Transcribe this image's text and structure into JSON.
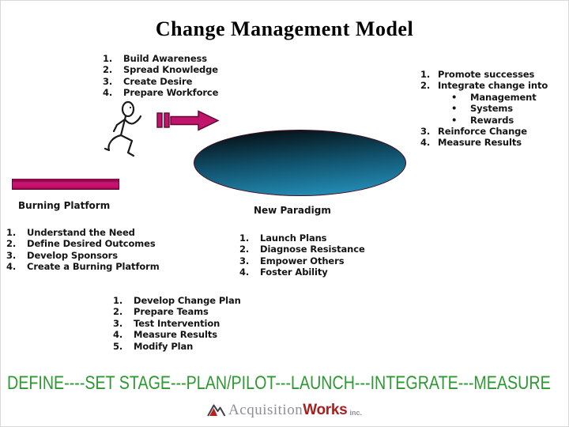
{
  "title": "Change Management Model",
  "labels": {
    "burning_platform": "Burning Platform",
    "new_paradigm": "New Paradigm"
  },
  "lists": {
    "set_stage": {
      "items": [
        {
          "num": "1.",
          "text": "Build Awareness"
        },
        {
          "num": "2.",
          "text": "Spread Knowledge"
        },
        {
          "num": "3.",
          "text": "Create Desire"
        },
        {
          "num": "4.",
          "text": "Prepare Workforce"
        }
      ]
    },
    "integrate": {
      "items": [
        {
          "num": "1.",
          "text": "Promote successes"
        },
        {
          "num": "2.",
          "text": "Integrate change into"
        },
        {
          "num": "•",
          "text": "Management"
        },
        {
          "num": "•",
          "text": "Systems"
        },
        {
          "num": "•",
          "text": "Rewards"
        },
        {
          "num": "3.",
          "text": "Reinforce Change"
        },
        {
          "num": "4.",
          "text": "Measure Results"
        }
      ]
    },
    "define": {
      "items": [
        {
          "num": "1.",
          "text": "Understand the Need"
        },
        {
          "num": "2.",
          "text": "Define Desired Outcomes"
        },
        {
          "num": "3.",
          "text": "Develop Sponsors"
        },
        {
          "num": "4.",
          "text": "Create a Burning Platform"
        }
      ]
    },
    "launch": {
      "items": [
        {
          "num": "1.",
          "text": "Launch Plans"
        },
        {
          "num": "2.",
          "text": "Diagnose Resistance"
        },
        {
          "num": "3.",
          "text": "Empower Others"
        },
        {
          "num": "4.",
          "text": "Foster Ability"
        }
      ]
    },
    "plan_pilot": {
      "items": [
        {
          "num": "1.",
          "text": "Develop Change Plan"
        },
        {
          "num": "2.",
          "text": "Prepare Teams"
        },
        {
          "num": "3.",
          "text": "Test Intervention"
        },
        {
          "num": "4.",
          "text": "Measure Results"
        },
        {
          "num": "5.",
          "text": "Modify Plan"
        }
      ]
    }
  },
  "phase_line": "DEFINE----SET STAGE---PLAN/PILOT---LAUNCH---INTEGRATE---MEASURE",
  "logo": {
    "word_serif": "Acquisition",
    "word_bold": "Works",
    "suffix": "inc."
  },
  "colors": {
    "accent_magenta": "#C0156B",
    "ellipse_gradient_top": "#050F14",
    "ellipse_gradient_bottom": "#2593BD",
    "ellipse_border_maroon": "#4A0D1E",
    "phase_text_green": "#2E9932",
    "logo_gray": "#8F8F98",
    "logo_red": "#A6201F"
  },
  "icons": {
    "runner": "runner-icon",
    "arrow": "fast-forward-arrow-icon",
    "logo_mark": "logo-mark-icon"
  }
}
